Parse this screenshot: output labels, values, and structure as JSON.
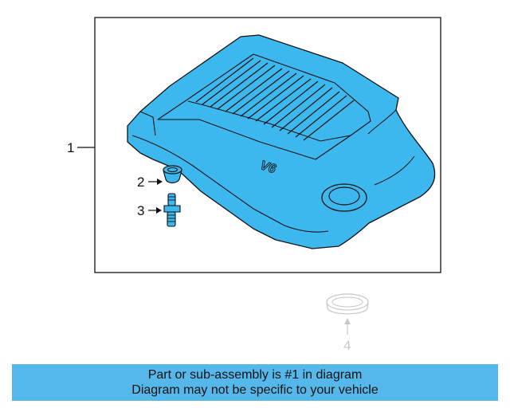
{
  "diagram": {
    "callouts": [
      {
        "number": "1"
      },
      {
        "number": "2"
      },
      {
        "number": "3"
      },
      {
        "number": "4"
      }
    ],
    "engine_cover_marking": "V6",
    "colors": {
      "highlight": "#3db8ef",
      "outline": "#111111",
      "ghost": "#c8c8c8",
      "banner": "#56b8ea"
    }
  },
  "banner": {
    "line1": "Part or sub-assembly is #1 in diagram",
    "line2": "Diagram may not be specific to your vehicle"
  }
}
